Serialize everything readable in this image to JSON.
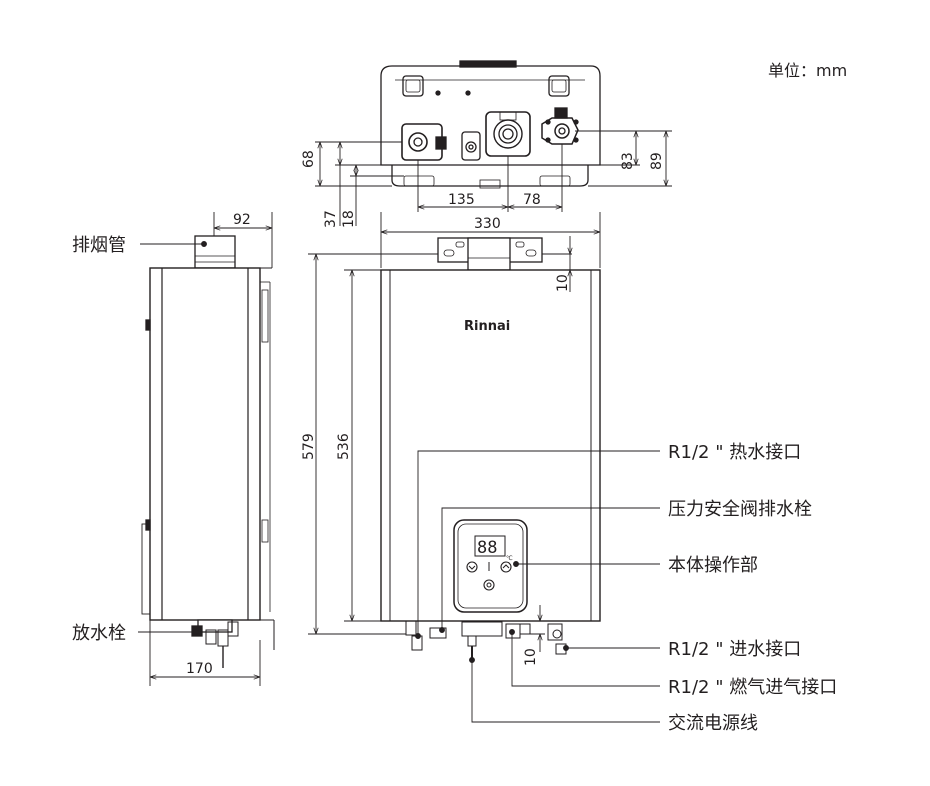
{
  "unit_label": "单位：mm",
  "brand": "Rinnai",
  "display_digits": "88",
  "display_unit": "℃",
  "dimensions": {
    "top_width_92": "92",
    "side_depth_170": "170",
    "front_width_330": "330",
    "front_height_579": "579",
    "front_height_536": "536",
    "top_offset_10": "10",
    "bottom_offset_10": "10",
    "top_68": "68",
    "top_37": "37",
    "top_18": "18",
    "top_135": "135",
    "top_78": "78",
    "top_83": "83",
    "top_89": "89"
  },
  "labels": {
    "flue_pipe": "排烟管",
    "drain_plug": "放水栓",
    "hot_water_outlet": "R1/2 \" 热水接口",
    "pressure_relief_drain": "压力安全阀排水栓",
    "control_panel": "本体操作部",
    "cold_water_inlet": "R1/2 \" 进水接口",
    "gas_inlet": "R1/2 \" 燃气进气接口",
    "ac_power_cord": "交流电源线"
  }
}
